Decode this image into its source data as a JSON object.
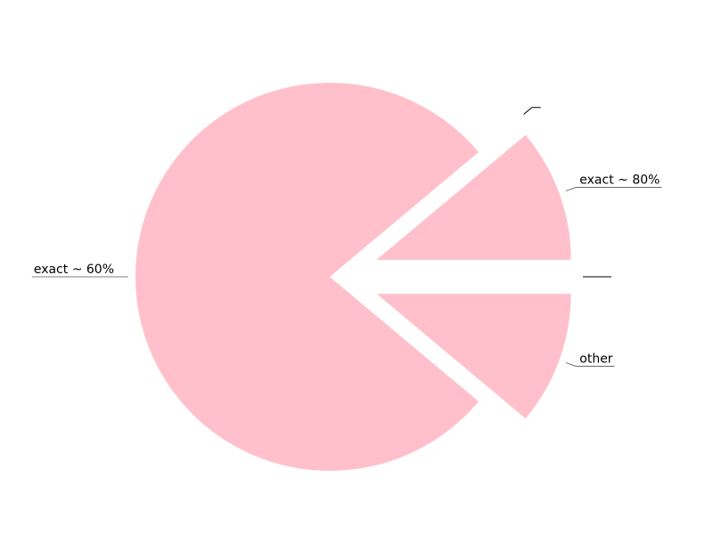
{
  "chart_data": {
    "type": "pie",
    "slices": [
      {
        "label": "exact ~ 60%",
        "value": 280,
        "color": "#ffc0cb",
        "exploded": false
      },
      {
        "label": "other",
        "value": 40,
        "color": "#ffc0cb",
        "exploded": true
      },
      {
        "label": "",
        "value": 0,
        "color": "#ffc0cb",
        "exploded": true
      },
      {
        "label": "exact ~ 80%",
        "value": 40,
        "color": "#ffc0cb",
        "exploded": true
      },
      {
        "label": "",
        "value": 0,
        "color": "#ffc0cb",
        "exploded": true
      }
    ],
    "legend": "none"
  }
}
